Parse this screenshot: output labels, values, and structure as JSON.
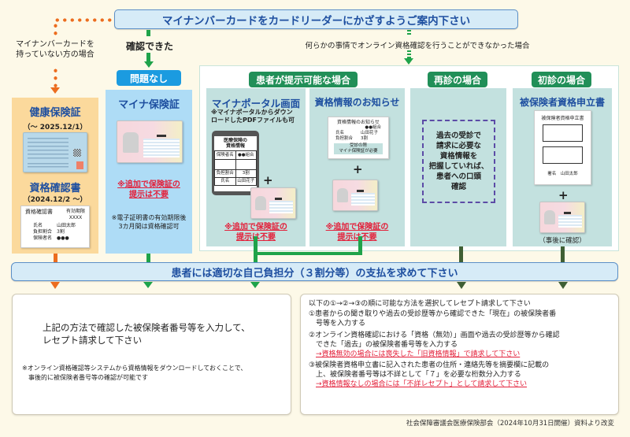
{
  "top_banner": "マイナンバーカードをカードリーダーにかざすようご案内下さい",
  "branch_labels": {
    "no_card": "マイナンバーカードを\n持っていない方の場合",
    "confirmed": "確認できた",
    "could_not": "何らかの事情でオンライン資格確認を行うことができなかった場合"
  },
  "left_box": {
    "title1": "健康保険証",
    "period1": "（～ 2025.12/1）",
    "title2": "資格確認書",
    "period2": "（2024.12/2 ～）",
    "doc": {
      "title": "資格確認書",
      "expiry_label": "有効期限",
      "expiry_value": "XXXX",
      "name_label": "氏名",
      "name_value": "山田太郎",
      "ratio_label": "負担割合",
      "ratio_value": "3割",
      "insurer_label": "保険者名",
      "insurer_value": "●●●"
    }
  },
  "no_problem": {
    "pill": "問題なし",
    "title": "マイナ保険証",
    "red_note_line1": "※追加で保険証の",
    "red_note_line2": "提示は不要",
    "note": "※電子証明書の有効期限後\n3カ月間は資格確認可"
  },
  "presentable": {
    "pill": "患者が提示可能な場合",
    "portal": {
      "title": "マイナポータル画面",
      "sub": "※マイナポータルからダウン\nロードしたPDFファイルも可",
      "phone_title": "医療保険の\n資格情報",
      "rows": [
        [
          "保険者名",
          "●●組合"
        ],
        [
          "",
          ""
        ],
        [
          "負担割合",
          "3割"
        ],
        [
          "氏名",
          "山田花子"
        ]
      ],
      "plus": "+",
      "red_note_line1": "※追加で保険証の",
      "red_note_line2": "提示は不要"
    },
    "notice": {
      "title": "資格情報のお知らせ",
      "doc_title": "資格情報のお知らせ",
      "doc_insurer": "●●組合",
      "doc_name_label": "氏名",
      "doc_name_value": "山田花子",
      "doc_ratio_label": "負担割合",
      "doc_ratio_value": "3割",
      "doc_note": "受診の際\nマイナ保険証が必要",
      "plus": "+",
      "red_note_line1": "※追加で保険証の",
      "red_note_line2": "提示は不要"
    }
  },
  "revisit": {
    "pill": "再診の場合",
    "text": "過去の受診で\n請求に必要な\n資格情報を\n把握していれば、\n患者への口頭\n確認"
  },
  "first_visit": {
    "pill": "初診の場合",
    "title": "被保険者資格申立書",
    "doc_title": "被保険者資格申立書",
    "doc_sign": "署名　山田太郎",
    "plus": "+",
    "after_note": "（事後に確認）"
  },
  "bottom_banner": "患者には適切な自己負担分（３割分等）の支払を求めて下さい",
  "result_left": {
    "main": "上記の方法で確認した被保険者番号等を入力して、\nレセプト請求して下さい",
    "note": "※オンライン資格確認等システムから資格情報をダウンロードしておくことで、\n　事後的に被保険者番号等の確認が可能です"
  },
  "result_right": {
    "intro": "以下の①→②→③の順に可能な方法を選択してレセプト請求して下さい",
    "step1": "①患者からの聞き取りや過去の受診歴等から確認できた「現在」の被保険者番\n　号等を入力する",
    "step2": "②オンライン資格確認における「資格（無効）」画面や過去の受診歴等から確認\n　できた「過去」の被保険者番号等を入力する",
    "step2_red": "→資格無効の場合には喪失した「旧資格情報」で請求して下さい",
    "step3": "③被保険者資格申立書に記入された患者の住所・連絡先等を摘要欄に記載の\n　上、被保険者番号等は不詳として「７」を必要な桁数分入力する",
    "step3_red": "→資格情報なしの場合には「不詳レセプト」として請求して下さい"
  },
  "source": "社会保障審議会医療保険部会（2024年10月31日開催）資料より改変",
  "colors": {
    "background": "#fdf9e8",
    "banner_fill": "#d6ebf7",
    "banner_text": "#1e4fa0",
    "orange": "#ec6d1f",
    "green": "#1fa34a",
    "dark_green": "#3f5f34",
    "pill_green": "#218f58",
    "pill_blue": "#1b9be0",
    "red_note": "#e3203a"
  }
}
